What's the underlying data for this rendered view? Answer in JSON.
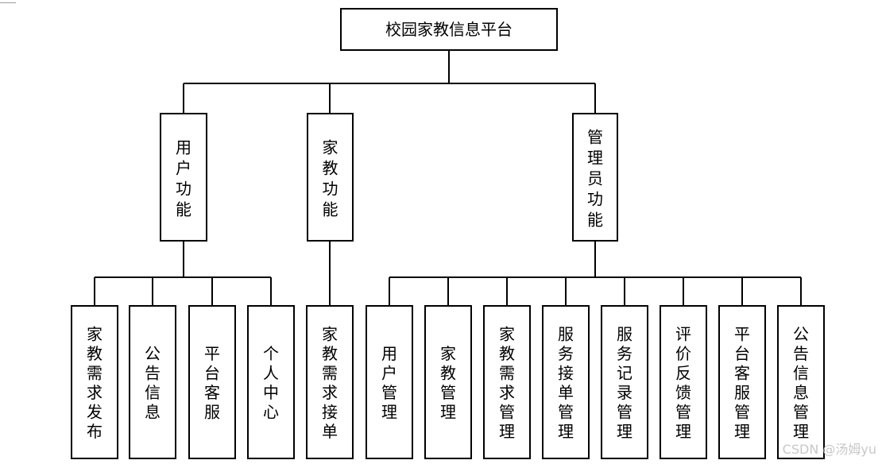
{
  "root": {
    "label": "校园家教信息平台"
  },
  "groups": [
    {
      "label": "用户功能",
      "children": [
        "家教需求发布",
        "公告信息",
        "平台客服",
        "个人中心"
      ]
    },
    {
      "label": "家教功能",
      "children": [
        "家教需求接单"
      ]
    },
    {
      "label": "管理员功能",
      "children": [
        "用户管理",
        "家教管理",
        "家教需求管理",
        "服务接单管理",
        "服务记录管理",
        "评价反馈管理",
        "平台客服管理",
        "公告信息管理"
      ]
    }
  ],
  "watermark": "CSDN @汤姆yu"
}
